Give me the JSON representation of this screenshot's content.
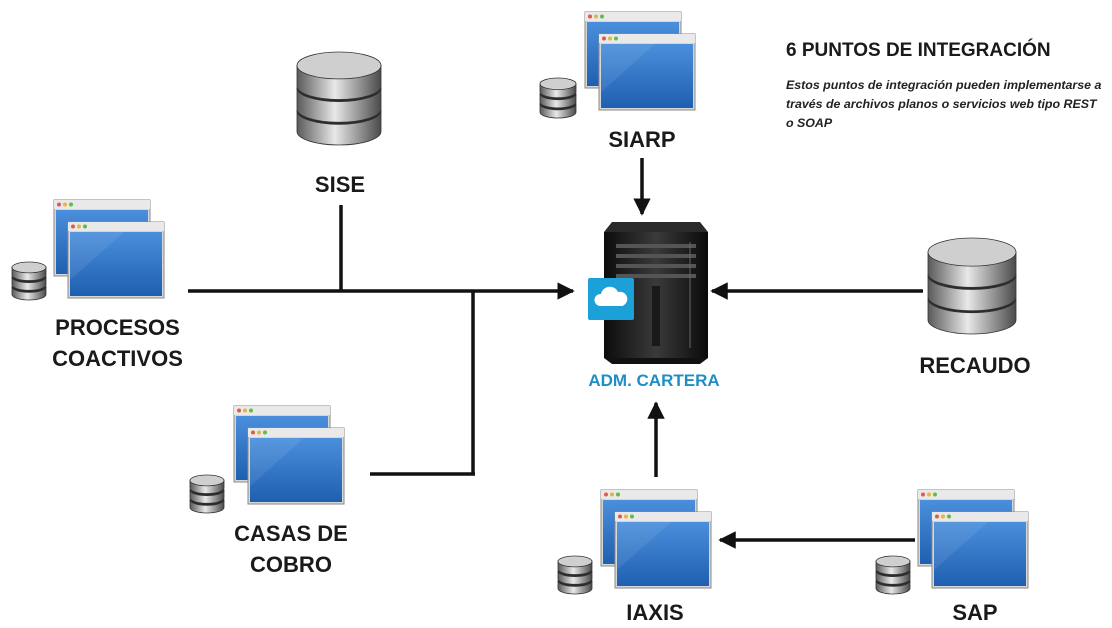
{
  "title": "6 PUNTOS DE INTEGRACIÓN",
  "description": "Estos puntos de integración pueden implementarse a través de archivos planos o servicios web tipo REST o SOAP",
  "center": {
    "label": "ADM. CARTERA"
  },
  "nodes": {
    "sise": "SISE",
    "siarp": "SIARP",
    "procesos": [
      "PROCESOS",
      "COACTIVOS"
    ],
    "recaudo": "RECAUDO",
    "casas": [
      "CASAS DE",
      "COBRO"
    ],
    "iaxis": "IAXIS",
    "sap": "SAP"
  },
  "colors": {
    "accent": "#1d8fc4",
    "line": "#111111",
    "window_blue": "#2f74c5"
  },
  "icons": {
    "server": "server-tower-icon",
    "cloud": "cloud-icon",
    "database": "database-icon",
    "app_window": "application-window-icon"
  }
}
